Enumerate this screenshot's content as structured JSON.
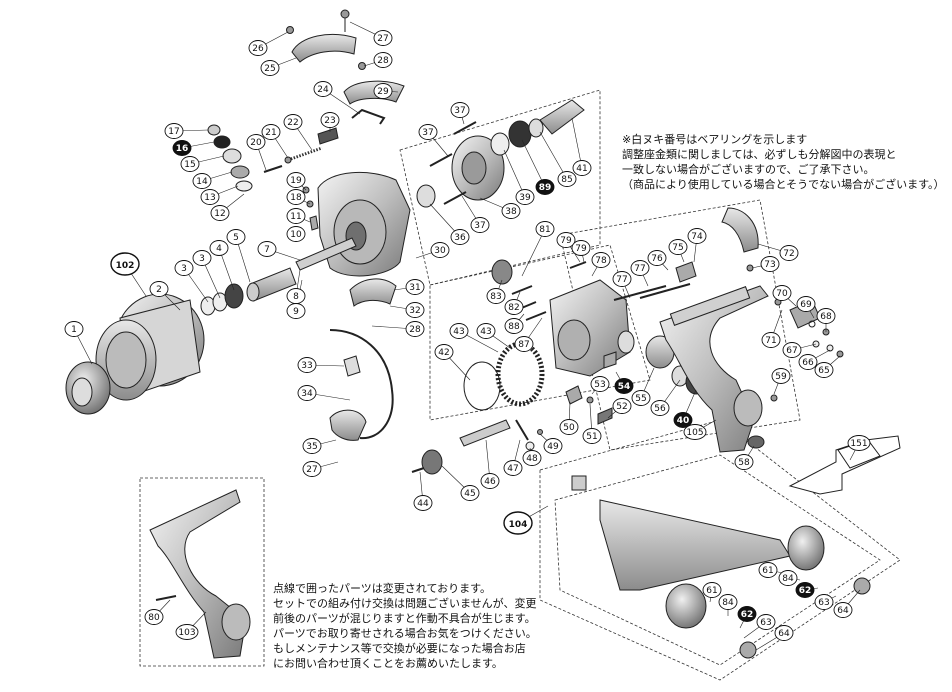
{
  "notes": {
    "right": [
      "※白ヌキ番号はベアリングを示します",
      "調整座金類に関しましては、必ずしも分解図中の表現と",
      "一致しない場合がございますので、ご了承下さい。",
      "（商品により使用している場合とそうでない場合がございます。）"
    ],
    "left": [
      "点線で囲ったパーツは変更されております。",
      "セットでの組み付け交換は問題ございませんが、変更",
      "前後のパーツが混じりますと作動不具合が生じます。",
      "パーツでお取り寄せされる場合お気をつけください。",
      "もしメンテナンス等で交換が必要になった場合お店",
      "にお問い合わせ頂くことをお薦めいたします。"
    ]
  },
  "callouts": [
    {
      "n": "27",
      "style": "outline"
    },
    {
      "n": "26",
      "style": "outline"
    },
    {
      "n": "25",
      "style": "outline"
    },
    {
      "n": "28",
      "style": "outline"
    },
    {
      "n": "29",
      "style": "outline"
    },
    {
      "n": "24",
      "style": "outline"
    },
    {
      "n": "17",
      "style": "outline"
    },
    {
      "n": "16",
      "style": "filled"
    },
    {
      "n": "15",
      "style": "outline"
    },
    {
      "n": "14",
      "style": "outline"
    },
    {
      "n": "13",
      "style": "outline"
    },
    {
      "n": "12",
      "style": "outline"
    },
    {
      "n": "21",
      "style": "outline"
    },
    {
      "n": "22",
      "style": "outline"
    },
    {
      "n": "23",
      "style": "outline"
    },
    {
      "n": "20",
      "style": "outline"
    },
    {
      "n": "19",
      "style": "outline"
    },
    {
      "n": "18",
      "style": "outline"
    },
    {
      "n": "11",
      "style": "outline"
    },
    {
      "n": "10",
      "style": "outline"
    },
    {
      "n": "7",
      "style": "outline"
    },
    {
      "n": "8",
      "style": "outline"
    },
    {
      "n": "9",
      "style": "outline"
    },
    {
      "n": "37",
      "style": "outline"
    },
    {
      "n": "37",
      "style": "outline"
    },
    {
      "n": "36",
      "style": "outline"
    },
    {
      "n": "38",
      "style": "outline"
    },
    {
      "n": "39",
      "style": "outline"
    },
    {
      "n": "89",
      "style": "filled"
    },
    {
      "n": "85",
      "style": "outline"
    },
    {
      "n": "41",
      "style": "outline"
    },
    {
      "n": "37",
      "style": "outline"
    },
    {
      "n": "30",
      "style": "outline"
    },
    {
      "n": "31",
      "style": "outline"
    },
    {
      "n": "32",
      "style": "outline"
    },
    {
      "n": "28",
      "style": "outline"
    },
    {
      "n": "102",
      "style": "outline-large"
    },
    {
      "n": "5",
      "style": "outline"
    },
    {
      "n": "3",
      "style": "outline"
    },
    {
      "n": "3",
      "style": "outline"
    },
    {
      "n": "4",
      "style": "outline"
    },
    {
      "n": "2",
      "style": "outline"
    },
    {
      "n": "1",
      "style": "outline"
    },
    {
      "n": "33",
      "style": "outline"
    },
    {
      "n": "34",
      "style": "outline"
    },
    {
      "n": "35",
      "style": "outline"
    },
    {
      "n": "27",
      "style": "outline"
    },
    {
      "n": "81",
      "style": "outline"
    },
    {
      "n": "79",
      "style": "outline"
    },
    {
      "n": "79",
      "style": "outline"
    },
    {
      "n": "78",
      "style": "outline"
    },
    {
      "n": "83",
      "style": "outline"
    },
    {
      "n": "82",
      "style": "outline"
    },
    {
      "n": "88",
      "style": "outline"
    },
    {
      "n": "87",
      "style": "outline"
    },
    {
      "n": "77",
      "style": "outline"
    },
    {
      "n": "77",
      "style": "outline"
    },
    {
      "n": "76",
      "style": "outline"
    },
    {
      "n": "75",
      "style": "outline"
    },
    {
      "n": "74",
      "style": "outline"
    },
    {
      "n": "72",
      "style": "outline"
    },
    {
      "n": "73",
      "style": "outline"
    },
    {
      "n": "70",
      "style": "outline"
    },
    {
      "n": "69",
      "style": "outline"
    },
    {
      "n": "68",
      "style": "outline"
    },
    {
      "n": "71",
      "style": "outline"
    },
    {
      "n": "67",
      "style": "outline"
    },
    {
      "n": "66",
      "style": "outline"
    },
    {
      "n": "65",
      "style": "outline"
    },
    {
      "n": "59",
      "style": "outline"
    },
    {
      "n": "42",
      "style": "outline"
    },
    {
      "n": "43",
      "style": "outline"
    },
    {
      "n": "43",
      "style": "outline"
    },
    {
      "n": "53",
      "style": "outline"
    },
    {
      "n": "54",
      "style": "filled"
    },
    {
      "n": "55",
      "style": "outline"
    },
    {
      "n": "56",
      "style": "outline"
    },
    {
      "n": "40",
      "style": "filled"
    },
    {
      "n": "105",
      "style": "outline"
    },
    {
      "n": "58",
      "style": "outline"
    },
    {
      "n": "52",
      "style": "outline"
    },
    {
      "n": "51",
      "style": "outline"
    },
    {
      "n": "50",
      "style": "outline"
    },
    {
      "n": "49",
      "style": "outline"
    },
    {
      "n": "48",
      "style": "outline"
    },
    {
      "n": "47",
      "style": "outline"
    },
    {
      "n": "46",
      "style": "outline"
    },
    {
      "n": "45",
      "style": "outline"
    },
    {
      "n": "44",
      "style": "outline"
    },
    {
      "n": "151",
      "style": "outline"
    },
    {
      "n": "104",
      "style": "outline-large"
    },
    {
      "n": "61",
      "style": "outline"
    },
    {
      "n": "84",
      "style": "outline"
    },
    {
      "n": "62",
      "style": "filled"
    },
    {
      "n": "63",
      "style": "outline"
    },
    {
      "n": "64",
      "style": "outline"
    },
    {
      "n": "61",
      "style": "outline"
    },
    {
      "n": "84",
      "style": "outline"
    },
    {
      "n": "62",
      "style": "filled"
    },
    {
      "n": "63",
      "style": "outline"
    },
    {
      "n": "64",
      "style": "outline"
    },
    {
      "n": "80",
      "style": "outline"
    },
    {
      "n": "103",
      "style": "outline"
    }
  ]
}
